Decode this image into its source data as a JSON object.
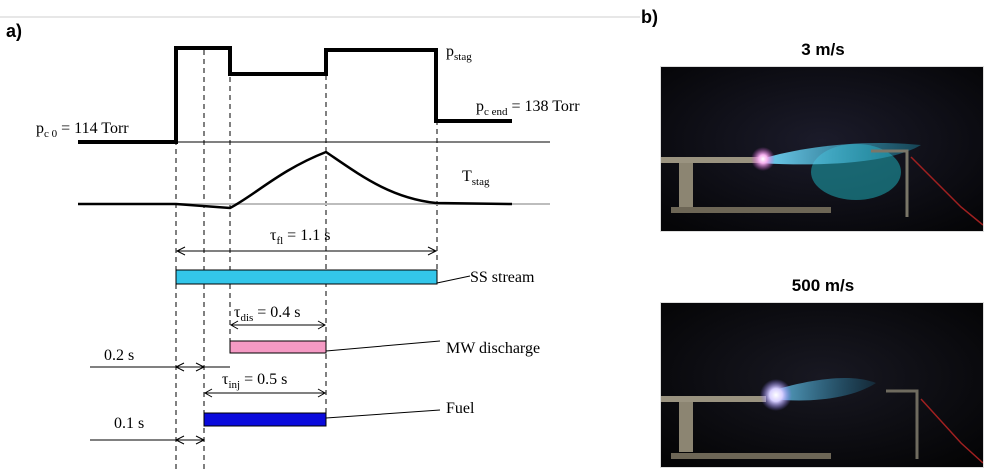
{
  "panel_a": {
    "label": "a)",
    "pressure_labels": {
      "p_stag": "p",
      "p_stag_sub": "stag",
      "p_c0": "p",
      "p_c0_sub": "c 0",
      "p_c0_value": " = 114 Torr",
      "p_cend": "p",
      "p_cend_sub": "c end",
      "p_cend_value": " = 138 Torr"
    },
    "temperature_label": "T",
    "temperature_sub": "stag",
    "tau_fl": "τ",
    "tau_fl_sub": "fl",
    "tau_fl_value": " = 1.1 s",
    "tau_dis": "τ",
    "tau_dis_sub": "dis",
    "tau_dis_value": " = 0.4 s",
    "tau_inj": "τ",
    "tau_inj_sub": "inj",
    "tau_inj_value": " = 0.5 s",
    "delay_02": "0.2 s",
    "delay_01": "0.1 s",
    "bars": [
      {
        "label": "SS stream",
        "color": "#33c6ea"
      },
      {
        "label": "MW discharge",
        "color": "#f59ac4"
      },
      {
        "label": "Fuel",
        "color": "#0a0adc"
      }
    ]
  },
  "panel_b": {
    "label": "b)",
    "photos": [
      {
        "title": "3 m/s"
      },
      {
        "title": "500 m/s"
      }
    ]
  }
}
